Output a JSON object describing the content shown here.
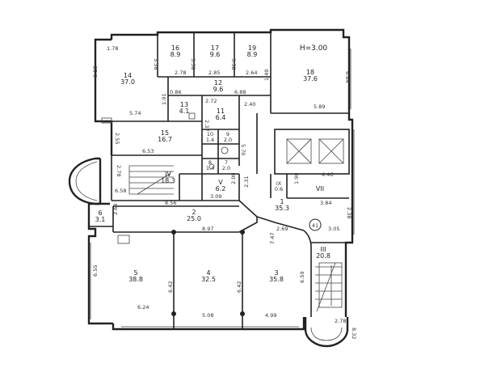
{
  "colors": {
    "line": "#222222",
    "background": "#ffffff"
  },
  "height_label": "H=3.00",
  "floor_badge": "41",
  "rooms": [
    {
      "id": "r16",
      "num": "16",
      "area": "8.9"
    },
    {
      "id": "r17",
      "num": "17",
      "area": "9.6"
    },
    {
      "id": "r19",
      "num": "19",
      "area": "8.9"
    },
    {
      "id": "r18",
      "num": "18",
      "area": "37.6"
    },
    {
      "id": "r14",
      "num": "14",
      "area": "37.0"
    },
    {
      "id": "r12",
      "num": "12",
      "area": "9.6"
    },
    {
      "id": "r13",
      "num": "13",
      "area": "4.1"
    },
    {
      "id": "r11",
      "num": "11",
      "area": "6.4"
    },
    {
      "id": "r15",
      "num": "15",
      "area": "16.7"
    },
    {
      "id": "r10",
      "num": "10",
      "area": "1.4"
    },
    {
      "id": "r9",
      "num": "9",
      "area": "2.0"
    },
    {
      "id": "r8",
      "num": "8",
      "area": "1.4"
    },
    {
      "id": "r7",
      "num": "7",
      "area": "2.0"
    },
    {
      "id": "rIV",
      "num": "IV",
      "area": "18.3"
    },
    {
      "id": "rV",
      "num": "V",
      "area": "6.2"
    },
    {
      "id": "rIX",
      "num": "IX",
      "area": "0.6"
    },
    {
      "id": "rVII",
      "num": "VII",
      "area": ""
    },
    {
      "id": "r6",
      "num": "6",
      "area": "3.1"
    },
    {
      "id": "r2",
      "num": "2",
      "area": "25.0"
    },
    {
      "id": "r1",
      "num": "1",
      "area": "35.3"
    },
    {
      "id": "rIII",
      "num": "III",
      "area": "20.8"
    },
    {
      "id": "r5",
      "num": "5",
      "area": "38.8"
    },
    {
      "id": "r4",
      "num": "4",
      "area": "32.5"
    },
    {
      "id": "r3",
      "num": "3",
      "area": "35.8"
    }
  ],
  "dims": {
    "d1": "1.78",
    "d2": "3.38",
    "d3": "3.38",
    "d4": "3.38",
    "d5": "2.78",
    "d6": "2.85",
    "d7": "2.64",
    "d8": "6.18",
    "d9": "0.86",
    "d10": "6.88",
    "d11": "1.40",
    "d12": "6.64",
    "d13": "2.72",
    "d14": "1.91",
    "d15": "2.40",
    "d16": "5.74",
    "d17": "2.37",
    "d18": "5.89",
    "d19": "2.55",
    "d20": "6.53",
    "d21": "5.70",
    "d22": "2.78",
    "d23": "4.46",
    "d24": "6.58",
    "d25": "1.98",
    "d26": "3.09",
    "d27": "2.00",
    "d28": "2.31",
    "d29": "8.56",
    "d30": "3.84",
    "d31": "2.38",
    "d32": "2.68",
    "d33": "8.97",
    "d34": "2.69",
    "d35": "3.05",
    "d36": "7.47",
    "d37": "6.55",
    "d38": "6.42",
    "d39": "6.42",
    "d40": "6.59",
    "d41": "6.24",
    "d42": "5.08",
    "d43": "4.99",
    "d44": "2.78",
    "d45": "8.32"
  }
}
